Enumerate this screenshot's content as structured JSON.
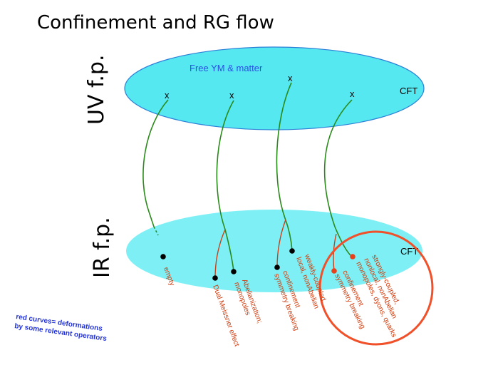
{
  "title": "Confinement and RG flow",
  "uv_label": "UV f.p.",
  "ir_label": "IR f.p.",
  "uv_content": "Free YM & matter",
  "cft_top": "CFT",
  "cft_bottom": "CFT",
  "x_mark": "x",
  "ir_labels": [
    {
      "line1": "empty",
      "line2": ""
    },
    {
      "line1": "Dual Meissner effect",
      "line2": ""
    },
    {
      "line1": "Abelianization;",
      "line2": "monopoles"
    },
    {
      "line1": "confinement",
      "line2": "symmetry breaking"
    },
    {
      "line1": "weakly-coupled",
      "line2": "local, nonAbelian"
    },
    {
      "line1": "confinement",
      "line2": "symmetry breaking"
    },
    {
      "line1": "strongly-coupled,",
      "line2": "nonlocal, nonAbelian",
      "line3": "monopoles, dyons, quarks"
    }
  ],
  "note": {
    "line1": "red curves= deformations",
    "line2": "by some relevant operators"
  },
  "colors": {
    "uv_fill": "#55e8f0",
    "ir_fill": "#7ef0f5",
    "green": "#2a8a1a",
    "red": "#c8401a",
    "circle": "#f0502a",
    "blue_text": "#2a4fe6"
  }
}
